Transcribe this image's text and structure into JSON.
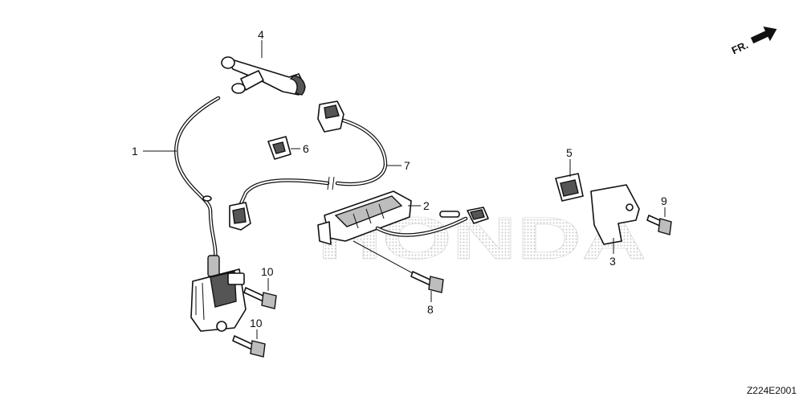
{
  "diagram": {
    "watermark": "HONDA",
    "direction_label": "FR.",
    "diagram_code": "Z224E2001",
    "callouts": [
      {
        "id": "1",
        "label": "1"
      },
      {
        "id": "2",
        "label": "2"
      },
      {
        "id": "3",
        "label": "3"
      },
      {
        "id": "4",
        "label": "4"
      },
      {
        "id": "5",
        "label": "5"
      },
      {
        "id": "6",
        "label": "6"
      },
      {
        "id": "7",
        "label": "7"
      },
      {
        "id": "8",
        "label": "8"
      },
      {
        "id": "9",
        "label": "9"
      },
      {
        "id": "10a",
        "label": "10"
      },
      {
        "id": "10b",
        "label": "10"
      }
    ]
  },
  "colors": {
    "line": "#111111",
    "watermark_dots": "#c8c8c8",
    "background": "#ffffff"
  }
}
